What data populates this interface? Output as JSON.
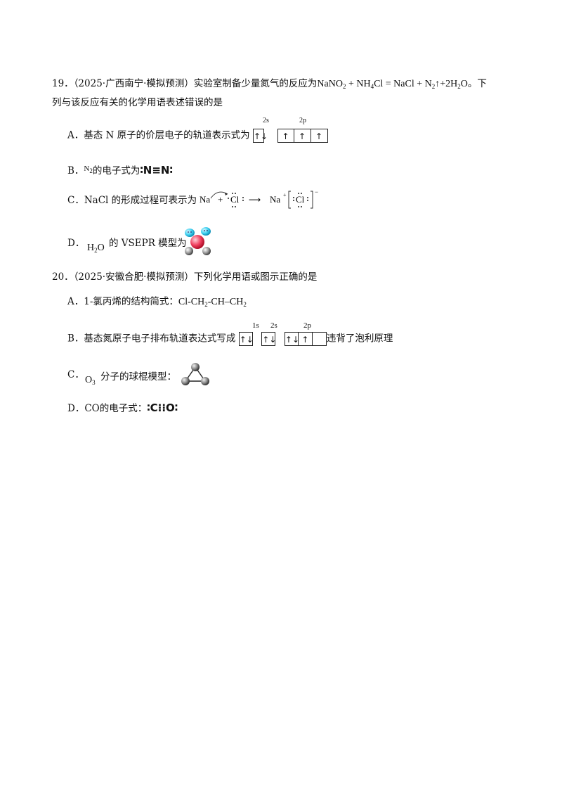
{
  "q19": {
    "number": "19．",
    "source": "（2025·广西南宁·模拟预测）",
    "stem_text": "实验室制备少量氮气的反应为",
    "eq_part1": "NaNO",
    "eq_sub2": "2",
    "eq_part2": " + NH",
    "eq_sub4": "4",
    "eq_part3": "Cl = NaCl + N",
    "eq_sub2b": "2",
    "eq_part4": "↑+2H",
    "eq_sub2c": "2",
    "eq_part5": "O",
    "stem_end": "。下",
    "stem_line2": "列与该反应有关的化学用语表述错误的是",
    "a_label": "A．",
    "a_text": "基态 N 原子的价层电子的轨道表示式为",
    "a_2s": "2s",
    "a_2p": "2p",
    "a_box_2s": "↑↓",
    "a_box_2p": [
      "↑",
      "↑",
      "↑"
    ],
    "b_label": "B．",
    "b_species": "N",
    "b_sub": "2",
    "b_text": "的电子式为",
    "b_formula": "∶N≡N∶",
    "c_label": "C．",
    "c_text": "NaCl 的形成过程可表示为",
    "c_na": "Na",
    "c_plus": "+",
    "c_cl": "Cl",
    "c_arrow": "⟶",
    "c_na_plus": "Na",
    "c_plus_sup": "+",
    "c_minus_sup": "−",
    "d_label": "D．",
    "d_species": "H",
    "d_sub": "2",
    "d_species_end": "O",
    "d_text": "的 VSEPR 模型为"
  },
  "q20": {
    "number": "20．",
    "source": "（2025·安徽合肥·模拟预测）",
    "stem_text": "下列化学用语或图示正确的是",
    "a_label": "A．",
    "a_text": "1-氯丙烯的结构简式：",
    "a_formula1": "Cl-CH",
    "a_sub1": "2",
    "a_formula2": "-CH–CH",
    "a_sub2": "2",
    "b_label": "B．",
    "b_text": "基态氮原子电子排布轨道表达式写成",
    "b_1s": "1s",
    "b_2s": "2s",
    "b_2p": "2p",
    "b_box_1s": "↑↓",
    "b_box_2s": "↑↓",
    "b_box_2p": [
      "↑↓",
      "↑",
      ""
    ],
    "b_end": "违背了泡利原理",
    "c_label": "C．",
    "c_species": "O",
    "c_sub": "3",
    "c_text": "分子的球棍模型：",
    "d_label": "D．",
    "d_text": "CO的电子式：",
    "d_formula": "∶C⁝⁝O∶"
  },
  "colors": {
    "text": "#111111",
    "h_atom": "#3fd0f0",
    "o_atom": "#f04060",
    "lone_pair": "#888888"
  }
}
